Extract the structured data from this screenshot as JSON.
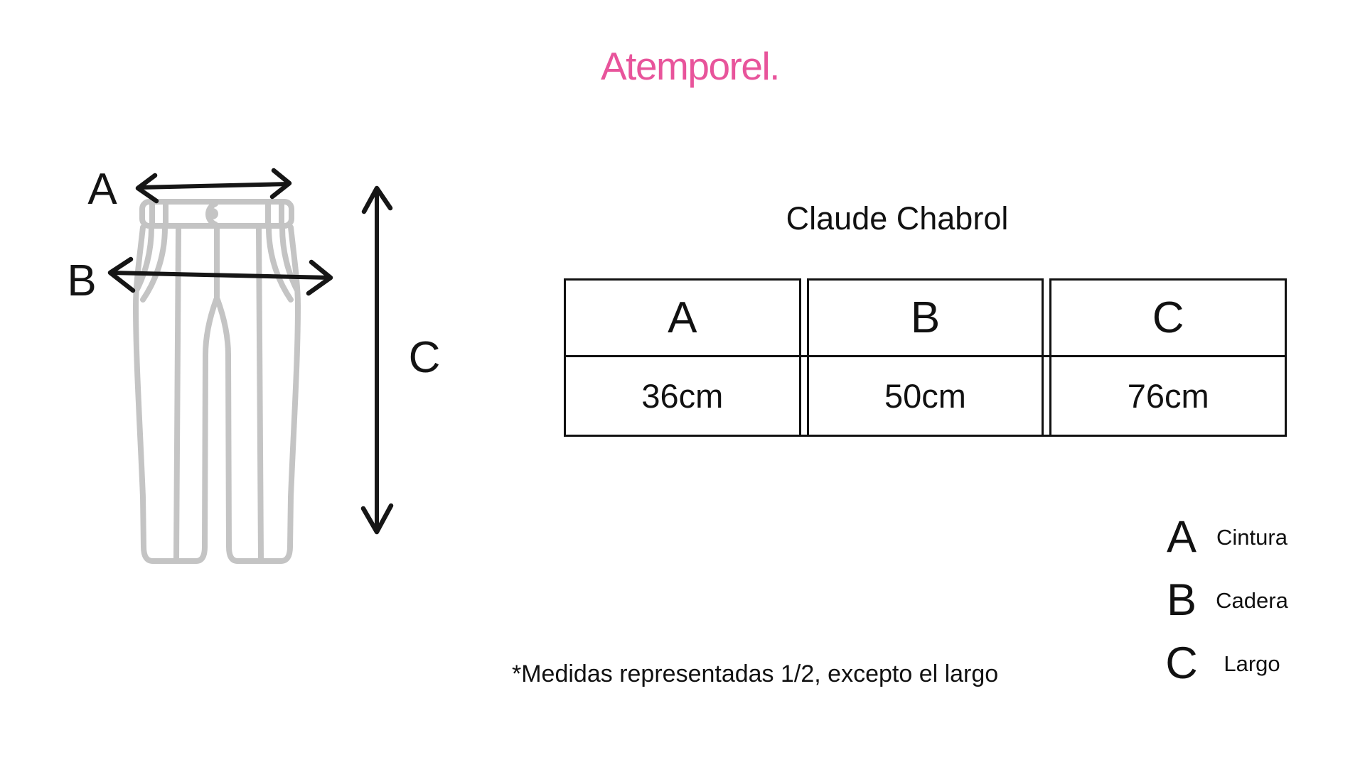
{
  "brand": {
    "logo": "Atemporel.",
    "accent_color": "#e8549b"
  },
  "product": {
    "title": "Claude Chabrol"
  },
  "table": {
    "columns": [
      {
        "key": "A",
        "value": "36cm"
      },
      {
        "key": "B",
        "value": "50cm"
      },
      {
        "key": "C",
        "value": "76cm"
      }
    ]
  },
  "diagram": {
    "labels": {
      "a": "A",
      "b": "B",
      "c": "C"
    },
    "colors": {
      "garment": "#c4c4c4",
      "arrow": "#161616"
    },
    "garment": "pants"
  },
  "legend": {
    "items": [
      {
        "key": "A",
        "label": "Cintura"
      },
      {
        "key": "B",
        "label": "Cadera"
      },
      {
        "key": "C",
        "label": "Largo"
      }
    ]
  },
  "footnote": "*Medidas representadas 1/2, excepto el largo"
}
